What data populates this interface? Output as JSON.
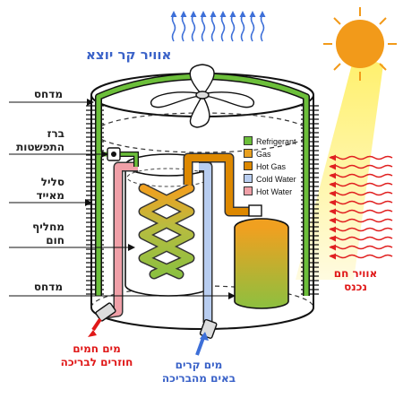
{
  "labels": {
    "top_air_out": "אוויר קר יוצא",
    "label_1": "מדחס",
    "label_2_line1": "ברז",
    "label_2_line2": "התפשטות",
    "label_3_line1": "סליל",
    "label_3_line2": "מאייד",
    "label_4_line1": "מחליף",
    "label_4_line2": "חום",
    "label_5": "מדחס",
    "warm_air_line1": "אוויר חם",
    "warm_air_line2": "נכנס",
    "hot_water_line1": "מים חמים",
    "hot_water_line2": "חוזרים לבריכה",
    "cold_water_line1": "מים קרים",
    "cold_water_line2": "באים מהבריכה"
  },
  "legend": [
    {
      "label": "Refrigerant",
      "color": "#6cbf3a"
    },
    {
      "label": "Gas",
      "color": "#e8a020"
    },
    {
      "label": "Hot Gas",
      "color": "#dd8800"
    },
    {
      "label": "Cold Water",
      "color": "#b8cdf0"
    },
    {
      "label": "Hot Water",
      "color": "#f0a0a8"
    }
  ],
  "colors": {
    "refrigerant": "#6cbf3a",
    "gas": "#e8a020",
    "hot_gas": "#dd8800",
    "cold_water": "#a9c0ef",
    "hot_water": "#f0a0a8",
    "air_out": "#3d6fd8",
    "air_in": "#e02020",
    "sun": "#f29a1a",
    "sun_beam": "#fff3a0"
  },
  "icons": [
    "sun-icon",
    "fan-icon",
    "cold-air-arrows-icon",
    "warm-air-arrows-icon",
    "expansion-valve-icon",
    "hot-water-outlet-icon",
    "cold-water-inlet-icon"
  ]
}
